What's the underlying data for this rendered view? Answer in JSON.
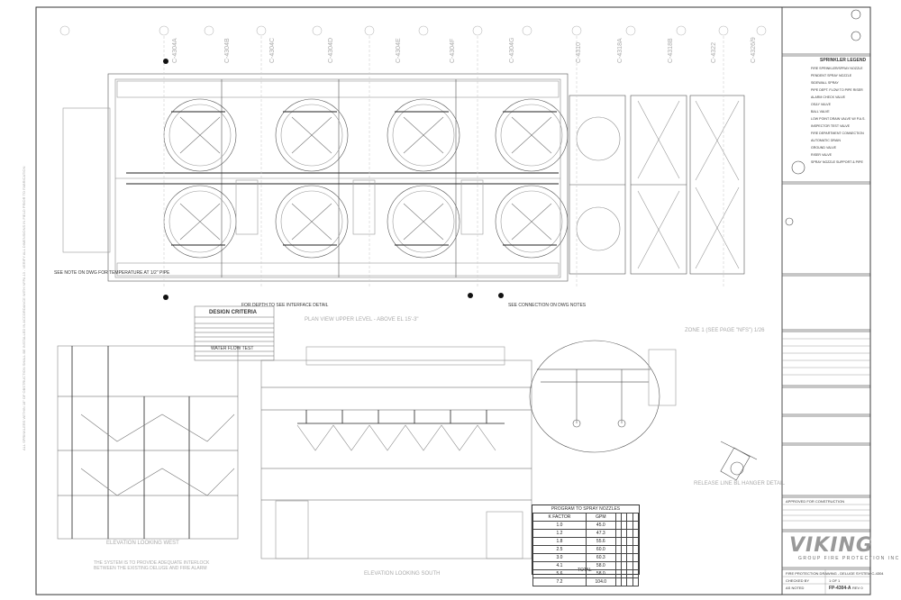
{
  "drawing": {
    "plan_title": "PLAN VIEW UPPER LEVEL - ABOVE EL 15'-3\"",
    "elev_west_title": "ELEVATION LOOKING WEST",
    "elev_south_title": "ELEVATION LOOKING SOUTH",
    "hanger_detail_title": "RELEASE LINE BL HANGER DETAIL",
    "zone_note": "ZONE 1 (SEE PAGE \"NFS\") 1/26",
    "side_strip": "ALL SPRINKLERS WITHIN 18\" OF OBSTRUCTION SHALL BE INSTALLED IN ACCORDANCE WITH NFPA 13 - VERIFY ALL DIMENSIONS IN FIELD PRIOR TO FABRICATION",
    "col_labels": [
      "C-4304A",
      "C-4304B",
      "C-4304C",
      "C-4304D",
      "C-4304E",
      "C-4304F",
      "C-4304G",
      "C-4310",
      "C-4318A",
      "C-4318B",
      "C-4322",
      "C-4326/9"
    ],
    "notes": [
      "SEE NOTE ON DWG FOR TEMPERATURE AT 1/2\" PIPE",
      "FOR DEPTH TO SEE INTERFACE DETAIL",
      "SEE CONNECTION ON DWG NOTES",
      "THE SYSTEM IS TO PROVIDE ADEQUATE INTERLOCK BETWEEN THE EXISTING DELUGE AND FIRE ALARM"
    ]
  },
  "design_criteria": {
    "title": "DESIGN CRITERIA",
    "flow_title": "WATER FLOW TEST"
  },
  "spray_table": {
    "title": "PROGRAM TO SPRAY NOZZLES",
    "col1_header": "K FACTOR",
    "col2_header": "GPM",
    "rows": [
      [
        "1.0",
        "45.0"
      ],
      [
        "1.2",
        "47.3"
      ],
      [
        "1.8",
        "55.6"
      ],
      [
        "2.5",
        "60.0"
      ],
      [
        "3.0",
        "60.3"
      ],
      [
        "4.1",
        "58.0"
      ],
      [
        "5.6",
        "58.0"
      ],
      [
        "7.2",
        "104.0"
      ]
    ],
    "total_label": "TOTAL"
  },
  "legend": {
    "title": "SPRINKLER LEGEND",
    "items": [
      "FIRE SPRINKLER/SPRAY NOZZLE",
      "PENDENT SPRAY NOZZLE",
      "SIDEWALL SPRAY",
      "PIPE DEPT. FLOW TO PIPE RISER",
      "ALARM CHECK VALVE",
      "OS&Y VALVE",
      "BALL VALVE",
      "LOW POINT DRAIN VALVE W/ P.A.S.",
      "INSPECTOR TEST VALVE",
      "FIRE DEPARTMENT CONNECTION",
      "AUTOMATIC DRAIN",
      "GROUND VALVE",
      "RISER VALVE",
      "SPRAY NOZZLE SUPPORT & PIPE"
    ]
  },
  "title_block": {
    "company": "VIKING",
    "company_sub": "GROUP FIRE PROTECTION INC",
    "drawing_no": "FP-4304-A",
    "sheet": "1 OF 1",
    "scale": "AS NOTED",
    "rev": "REV 0",
    "description": "FIRE PROTECTION DRAWING - DELUGE SYSTEM C-4304",
    "checked": "CHECKED BY",
    "approved": "APPROVED FOR CONSTRUCTION"
  }
}
